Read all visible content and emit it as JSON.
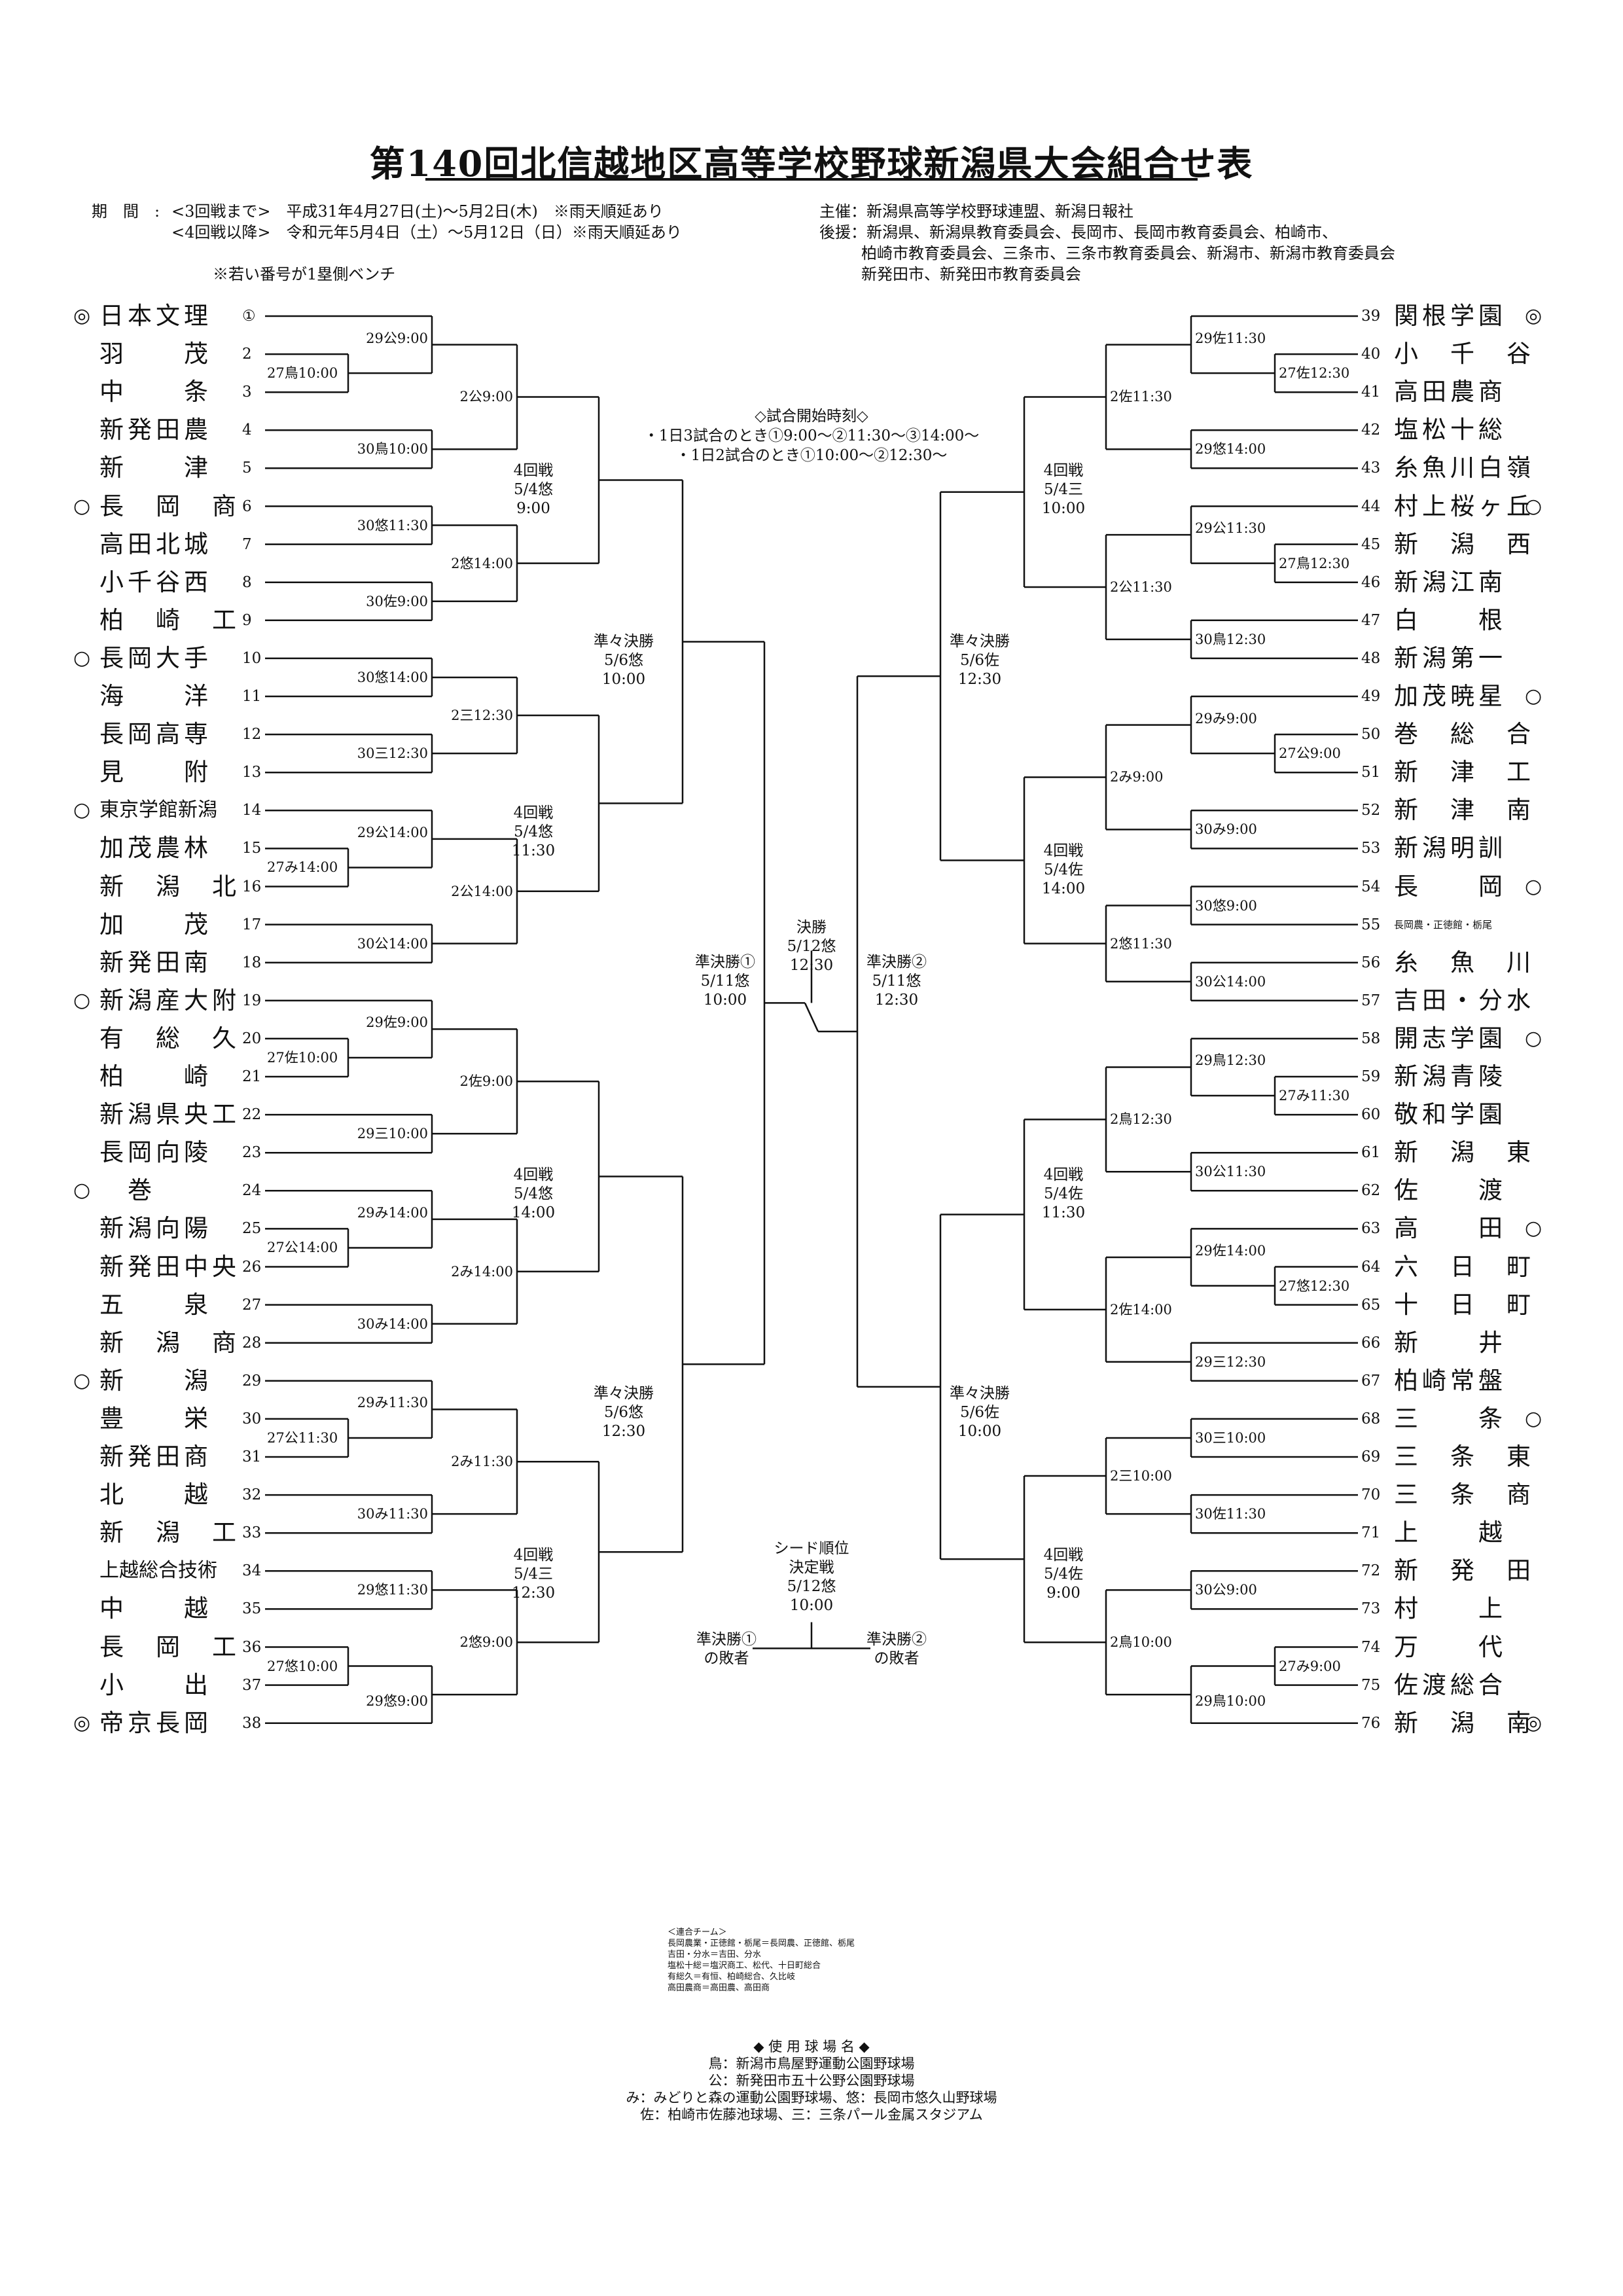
{
  "title": "第140回北信越地区高等学校野球新潟県大会組合せ表",
  "period": {
    "label": "期　間　:",
    "line1": "<3回戦まで>　平成31年4月27日(土)～5月2日(木)　※雨天順延あり",
    "line2": "<4回戦以降>　令和元年5月4日（土）～5月12日（日）※雨天順延あり",
    "note": "※若い番号が1塁側ベンチ"
  },
  "organizers": {
    "line1": "主催：新潟県高等学校野球連盟、新潟日報社",
    "line2": "後援：新潟県、新潟県教育委員会、長岡市、長岡市教育委員会、柏崎市、",
    "line3": "柏崎市教育委員会、三条市、三条市教育委員会、新潟市、新潟市教育委員会",
    "line4": "新発田市、新発田市教育委員会"
  },
  "start_times": {
    "title": "◇試合開始時刻◇",
    "line1": "・1日3試合のとき①9:00～②11:30～③14:00～",
    "line2": "・1日2試合のとき①10:00～②12:30～"
  },
  "left_teams": [
    {
      "mark": "◎",
      "name": "日本文理",
      "num": "①"
    },
    {
      "mark": "",
      "name": "羽　　茂",
      "num": "2"
    },
    {
      "mark": "",
      "name": "中　　条",
      "num": "3"
    },
    {
      "mark": "",
      "name": "新発田農",
      "num": "4"
    },
    {
      "mark": "",
      "name": "新　　津",
      "num": "5"
    },
    {
      "mark": "○",
      "name": "長　岡　商",
      "num": "6"
    },
    {
      "mark": "",
      "name": "高田北城",
      "num": "7"
    },
    {
      "mark": "",
      "name": "小千谷西",
      "num": "8"
    },
    {
      "mark": "",
      "name": "柏　崎　工",
      "num": "9"
    },
    {
      "mark": "○",
      "name": "長岡大手",
      "num": "10"
    },
    {
      "mark": "",
      "name": "海　　洋",
      "num": "11"
    },
    {
      "mark": "",
      "name": "長岡高専",
      "num": "12"
    },
    {
      "mark": "",
      "name": "見　　附",
      "num": "13"
    },
    {
      "mark": "○",
      "name": "東京学館新潟",
      "num": "14"
    },
    {
      "mark": "",
      "name": "加茂農林",
      "num": "15"
    },
    {
      "mark": "",
      "name": "新　潟　北",
      "num": "16"
    },
    {
      "mark": "",
      "name": "加　　茂",
      "num": "17"
    },
    {
      "mark": "",
      "name": "新発田南",
      "num": "18"
    },
    {
      "mark": "○",
      "name": "新潟産大附",
      "num": "19"
    },
    {
      "mark": "",
      "name": "有　総　久",
      "num": "20"
    },
    {
      "mark": "",
      "name": "柏　　崎",
      "num": "21"
    },
    {
      "mark": "",
      "name": "新潟県央工",
      "num": "22"
    },
    {
      "mark": "",
      "name": "長岡向陵",
      "num": "23"
    },
    {
      "mark": "○",
      "name": "　巻　",
      "num": "24"
    },
    {
      "mark": "",
      "name": "新潟向陽",
      "num": "25"
    },
    {
      "mark": "",
      "name": "新発田中央",
      "num": "26"
    },
    {
      "mark": "",
      "name": "五　　泉",
      "num": "27"
    },
    {
      "mark": "",
      "name": "新　潟　商",
      "num": "28"
    },
    {
      "mark": "○",
      "name": "新　　潟",
      "num": "29"
    },
    {
      "mark": "",
      "name": "豊　　栄",
      "num": "30"
    },
    {
      "mark": "",
      "name": "新発田商",
      "num": "31"
    },
    {
      "mark": "",
      "name": "北　　越",
      "num": "32"
    },
    {
      "mark": "",
      "name": "新　潟　工",
      "num": "33"
    },
    {
      "mark": "",
      "name": "上越総合技術",
      "num": "34"
    },
    {
      "mark": "",
      "name": "中　　越",
      "num": "35"
    },
    {
      "mark": "",
      "name": "長　岡　工",
      "num": "36"
    },
    {
      "mark": "",
      "name": "小　　出",
      "num": "37"
    },
    {
      "mark": "◎",
      "name": "帝京長岡",
      "num": "38"
    }
  ],
  "right_teams": [
    {
      "num": "39",
      "name": "関根学園",
      "mark": "◎"
    },
    {
      "num": "40",
      "name": "小　千　谷",
      "mark": ""
    },
    {
      "num": "41",
      "name": "高田農商",
      "mark": ""
    },
    {
      "num": "42",
      "name": "塩松十総",
      "mark": ""
    },
    {
      "num": "43",
      "name": "糸魚川白嶺",
      "mark": ""
    },
    {
      "num": "44",
      "name": "村上桜ヶ丘",
      "mark": "○"
    },
    {
      "num": "45",
      "name": "新　潟　西",
      "mark": ""
    },
    {
      "num": "46",
      "name": "新潟江南",
      "mark": ""
    },
    {
      "num": "47",
      "name": "白　　根",
      "mark": ""
    },
    {
      "num": "48",
      "name": "新潟第一",
      "mark": ""
    },
    {
      "num": "49",
      "name": "加茂暁星",
      "mark": "○"
    },
    {
      "num": "50",
      "name": "巻　総　合",
      "mark": ""
    },
    {
      "num": "51",
      "name": "新　津　工",
      "mark": ""
    },
    {
      "num": "52",
      "name": "新　津　南",
      "mark": ""
    },
    {
      "num": "53",
      "name": "新潟明訓",
      "mark": ""
    },
    {
      "num": "54",
      "name": "長　　岡",
      "mark": "○"
    },
    {
      "num": "55",
      "name": "長岡農・正徳館・栃尾",
      "mark": ""
    },
    {
      "num": "56",
      "name": "糸　魚　川",
      "mark": ""
    },
    {
      "num": "57",
      "name": "吉田・分水",
      "mark": ""
    },
    {
      "num": "58",
      "name": "開志学園",
      "mark": "○"
    },
    {
      "num": "59",
      "name": "新潟青陵",
      "mark": ""
    },
    {
      "num": "60",
      "name": "敬和学園",
      "mark": ""
    },
    {
      "num": "61",
      "name": "新　潟　東",
      "mark": ""
    },
    {
      "num": "62",
      "name": "佐　　渡",
      "mark": ""
    },
    {
      "num": "63",
      "name": "高　　田",
      "mark": "○"
    },
    {
      "num": "64",
      "name": "六　日　町",
      "mark": ""
    },
    {
      "num": "65",
      "name": "十　日　町",
      "mark": ""
    },
    {
      "num": "66",
      "name": "新　　井",
      "mark": ""
    },
    {
      "num": "67",
      "name": "柏崎常盤",
      "mark": ""
    },
    {
      "num": "68",
      "name": "三　　条",
      "mark": "○"
    },
    {
      "num": "69",
      "name": "三　条　東",
      "mark": ""
    },
    {
      "num": "70",
      "name": "三　条　商",
      "mark": ""
    },
    {
      "num": "71",
      "name": "上　　越",
      "mark": ""
    },
    {
      "num": "72",
      "name": "新　発　田",
      "mark": ""
    },
    {
      "num": "73",
      "name": "村　　上",
      "mark": ""
    },
    {
      "num": "74",
      "name": "万　　代",
      "mark": ""
    },
    {
      "num": "75",
      "name": "佐渡総合",
      "mark": ""
    },
    {
      "num": "76",
      "name": "新　潟　南",
      "mark": "◎"
    }
  ],
  "left_games": {
    "g1": "27鳥10:00",
    "g2": "29公9:00",
    "g3": "30鳥10:00",
    "g4": "2公9:00",
    "g5": "30悠11:30",
    "g6": "30佐9:00",
    "g7": "2悠14:00",
    "g8": "30悠14:00",
    "g9": "30三12:30",
    "g10": "2三12:30",
    "g11": "27み14:00",
    "g12": "29公14:00",
    "g13": "30公14:00",
    "g14": "2公14:00",
    "g15": "27佐10:00",
    "g16": "29佐9:00",
    "g17": "29三10:00",
    "g18": "2佐9:00",
    "g19": "27公14:00",
    "g20": "29み14:00",
    "g21": "30み14:00",
    "g22": "2み14:00",
    "g23": "27公11:30",
    "g24": "29み11:30",
    "g25": "30み11:30",
    "g26": "2み11:30",
    "g27": "29悠11:30",
    "g28": "27悠10:00",
    "g29": "29悠9:00",
    "g30": "2悠9:00"
  },
  "right_games": {
    "g1": "27佐12:30",
    "g2": "29佐11:30",
    "g3": "29悠14:00",
    "g4": "2佐11:30",
    "g5": "27鳥12:30",
    "g6": "29公11:30",
    "g7": "30鳥12:30",
    "g8": "2公11:30",
    "g9": "27公9:00",
    "g10": "29み9:00",
    "g11": "30み9:00",
    "g12": "2み9:00",
    "g13": "30悠9:00",
    "g14": "30公14:00",
    "g15": "2悠11:30",
    "g16": "27み11:30",
    "g17": "29鳥12:30",
    "g18": "30公11:30",
    "g19": "2鳥12:30",
    "g20": "27悠12:30",
    "g21": "29佐14:00",
    "g22": "29三12:30",
    "g23": "2佐14:00",
    "g24": "30三10:00",
    "g25": "30佐11:30",
    "g26": "2三10:00",
    "g27": "30公9:00",
    "g28": "27み9:00",
    "g29": "29鳥10:00",
    "g30": "2鳥10:00"
  },
  "rounds": {
    "l4a": [
      "4回戦",
      "5/4悠",
      "9:00"
    ],
    "l4b": [
      "4回戦",
      "5/4悠",
      "11:30"
    ],
    "l4c": [
      "4回戦",
      "5/4悠",
      "14:00"
    ],
    "l4d": [
      "4回戦",
      "5/4三",
      "12:30"
    ],
    "lqa": [
      "準々決勝",
      "5/6悠",
      "10:00"
    ],
    "lqb": [
      "準々決勝",
      "5/6悠",
      "12:30"
    ],
    "r4a": [
      "4回戦",
      "5/4三",
      "10:00"
    ],
    "r4b": [
      "4回戦",
      "5/4佐",
      "14:00"
    ],
    "r4c": [
      "4回戦",
      "5/4佐",
      "11:30"
    ],
    "r4d": [
      "4回戦",
      "5/4佐",
      "9:00"
    ],
    "rqa": [
      "準々決勝",
      "5/6佐",
      "12:30"
    ],
    "rqb": [
      "準々決勝",
      "5/6佐",
      "10:00"
    ],
    "sfl": [
      "準決勝①",
      "5/11悠",
      "10:00"
    ],
    "sfr": [
      "準決勝②",
      "5/11悠",
      "12:30"
    ],
    "final": [
      "決勝",
      "5/12悠",
      "12:30"
    ],
    "seed": [
      "シード順位",
      "決定戦",
      "5/12悠",
      "10:00"
    ],
    "seedl": [
      "準決勝①",
      "の敗者"
    ],
    "seedr": [
      "準決勝②",
      "の敗者"
    ]
  },
  "joint_teams": {
    "title": "＜連合チーム＞",
    "lines": [
      "長岡農業・正徳館・栃尾＝長岡農、正徳館、栃尾",
      "吉田・分水＝吉田、分水",
      "塩松十総＝塩沢商工、松代、十日町総合",
      "有総久＝有恒、柏崎総合、久比岐",
      "高田農商＝高田農、高田商"
    ]
  },
  "venues": {
    "title": "◆ 使 用 球 場 名 ◆",
    "lines": [
      "鳥：新潟市鳥屋野運動公園野球場",
      "公：新発田市五十公野公園野球場",
      "み：みどりと森の運動公園野球場、悠：長岡市悠久山野球場",
      "佐：柏崎市佐藤池球場、三：三条パール金属スタジアム"
    ]
  }
}
